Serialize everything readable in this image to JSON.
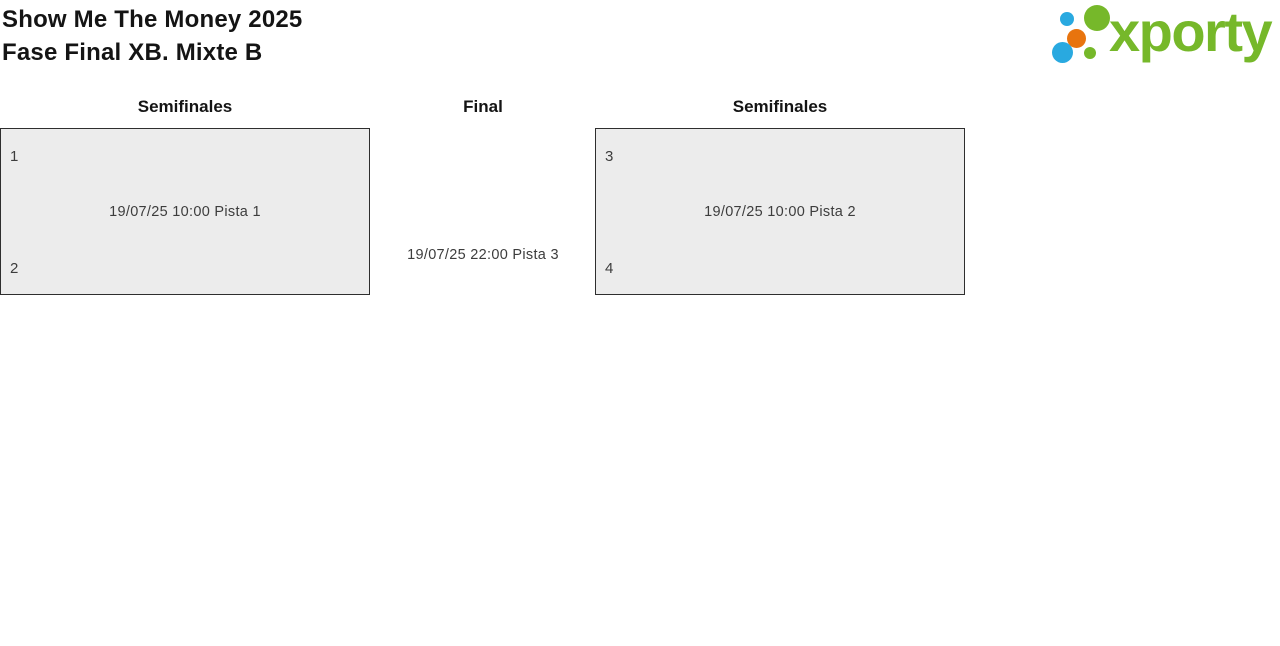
{
  "header": {
    "title_line1": "Show Me The Money 2025",
    "title_line2": "Fase Final XB. Mixte B"
  },
  "logo": {
    "text": "xporty"
  },
  "bracket": {
    "rounds": [
      {
        "header": "Semifinales",
        "match": {
          "top_seed": "1",
          "schedule": "19/07/25 10:00 Pista 1",
          "bottom_seed": "2"
        }
      },
      {
        "header": "Final",
        "match": {
          "schedule": "19/07/25 22:00 Pista 3"
        }
      },
      {
        "header": "Semifinales",
        "match": {
          "top_seed": "3",
          "schedule": "19/07/25 10:00 Pista 2",
          "bottom_seed": "4"
        }
      }
    ]
  },
  "colors": {
    "brand-green": "#76b82a",
    "brand-blue": "#29a9e0",
    "brand-orange": "#e8740e",
    "box-bg": "#ececec",
    "box-border": "#2e2e2e",
    "text-dark": "#141414",
    "text-gray": "#3d3d3d"
  }
}
